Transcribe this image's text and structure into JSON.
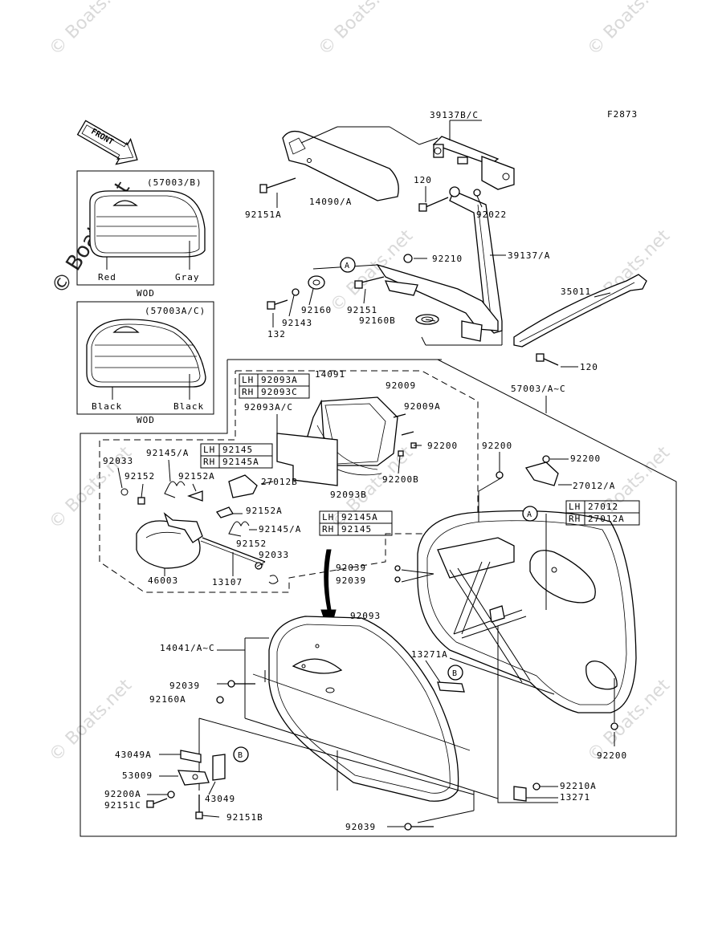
{
  "diagram_code": "F2873",
  "front_label": "FRONT",
  "watermark": "© Boats.net",
  "insets": {
    "top": {
      "part": "(57003/B)",
      "left_color": "Red",
      "right_color": "Gray",
      "note": "WOD"
    },
    "bottom": {
      "part": "(57003A/C)",
      "left_color": "Black",
      "right_color": "Black",
      "note": "WOD"
    }
  },
  "callouts": {
    "a": "A",
    "b": "B"
  },
  "tables": {
    "t1": {
      "lh_label": "LH",
      "lh_value": "92093A",
      "rh_label": "RH",
      "rh_value": "92093C"
    },
    "t2": {
      "lh_label": "LH",
      "lh_value": "92145",
      "rh_label": "RH",
      "rh_value": "92145A"
    },
    "t3": {
      "lh_label": "LH",
      "lh_value": "92145A",
      "rh_label": "RH",
      "rh_value": "92145"
    },
    "t4": {
      "lh_label": "LH",
      "lh_value": "27012",
      "rh_label": "RH",
      "rh_value": "27012A"
    }
  },
  "parts": {
    "p39137bc": "39137B/C",
    "p14090a": "14090/A",
    "p92151a": "92151A",
    "p120_top": "120",
    "p92022": "92022",
    "p39137a": "39137/A",
    "p92210": "92210",
    "p35011": "35011",
    "p92160": "92160",
    "p92151": "92151",
    "p92143": "92143",
    "p132": "132",
    "p92160b": "92160B",
    "p120_right": "120",
    "p14091": "14091",
    "p92009": "92009",
    "p92009a": "92009A",
    "p92093ac": "92093A/C",
    "p57003ac": "57003/A~C",
    "p92200_a": "92200",
    "p92200_b": "92200",
    "p92200_c": "92200",
    "p92200b": "92200B",
    "p92093b": "92093B",
    "p92033_a": "92033",
    "p92145a_top": "92145/A",
    "p92152_a": "92152",
    "p92152a_a": "92152A",
    "p27012b": "27012B",
    "p27012a": "27012/A",
    "p92152a_b": "92152A",
    "p92145a_mid": "92145/A",
    "p92152_b": "92152",
    "p92033_b": "92033",
    "p46003": "46003",
    "p13107": "13107",
    "p92039_a": "92039",
    "p92039_b": "92039",
    "p92093": "92093",
    "p14041ac": "14041/A~C",
    "p13271a": "13271A",
    "p92039_c": "92039",
    "p92160a": "92160A",
    "p92200_d": "92200",
    "p43049a": "43049A",
    "p53009": "53009",
    "p43049": "43049",
    "p92200a": "92200A",
    "p92151c": "92151C",
    "p92151b": "92151B",
    "p92210a": "92210A",
    "p13271": "13271",
    "p92039_d": "92039"
  }
}
